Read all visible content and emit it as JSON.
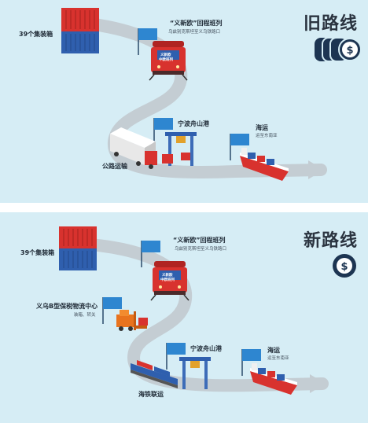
{
  "old_route": {
    "title": "旧路线",
    "containers_label": "39个集装箱",
    "train_title": "“义新欧”回程班列",
    "train_sub": "乌兹别克斯坦至义乌铁路口",
    "port_label": "宁波舟山港",
    "sea_label": "海运",
    "sea_sub": "运至东南亚",
    "road_label": "公路运输",
    "train_sign": [
      "义新欧",
      "中欧班列"
    ]
  },
  "new_route": {
    "title": "新路线",
    "containers_label": "39个集装箱",
    "train_title": "“义新欧”回程班列",
    "train_sub": "乌兹别克斯坦至义乌铁路口",
    "center_label": "义乌B型保税物流中心",
    "center_sub": "装箱、转关",
    "port_label": "宁波舟山港",
    "sea_label": "海运",
    "sea_sub": "运至东南亚",
    "rail_sea_label": "海铁联运",
    "train_sign": [
      "义新欧",
      "中欧班列"
    ]
  },
  "colors": {
    "background": "#d6edf5",
    "road": "#c4cdd3",
    "container_red": "#d8322e",
    "container_blue": "#2f5fae",
    "flag": "#2e86d0",
    "coin": "#1d3552"
  },
  "icons": {
    "old_cost": "stack-of-coins-icon",
    "new_cost": "single-coin-icon"
  }
}
